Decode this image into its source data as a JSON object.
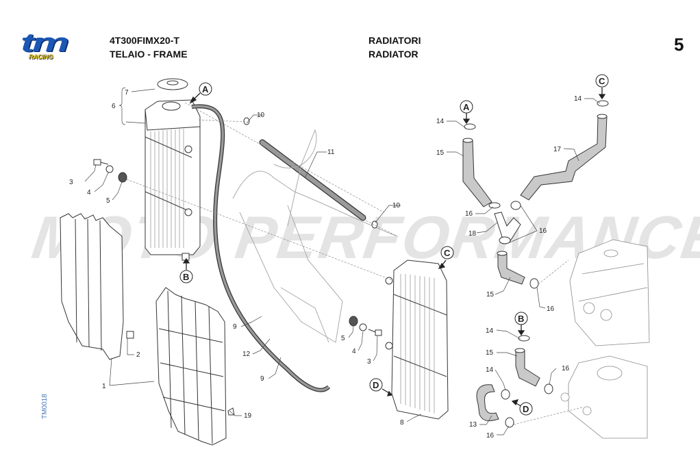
{
  "brand": {
    "logo_text": "tm",
    "logo_subtext": "RACING",
    "colors": {
      "logo_blue": "#1b57b5",
      "logo_yellow": "#f2d21b",
      "code_blue": "#4a78b8"
    }
  },
  "header": {
    "model_code": "4T300FIMX20-T",
    "group_it_en": "TELAIO - FRAME",
    "section_it": "RADIATORI",
    "section_en": "RADIATOR",
    "page_number": "5"
  },
  "watermark": "MOTO PERFORMANCE",
  "drawing_code": "TM0018",
  "callouts": {
    "part_numbers": [
      "1",
      "2",
      "3",
      "4",
      "5",
      "6",
      "7",
      "8",
      "9",
      "10",
      "11",
      "12",
      "13",
      "14",
      "15",
      "16",
      "17",
      "18",
      "19"
    ],
    "reference_letters": [
      "A",
      "B",
      "C",
      "D"
    ]
  },
  "labels": {
    "p1": "1",
    "p2": "2",
    "p3a": "3",
    "p3b": "3",
    "p4a": "4",
    "p4b": "4",
    "p5a": "5",
    "p5b": "5",
    "p6": "6",
    "p7": "7",
    "p8": "8",
    "p9a": "9",
    "p9b": "9",
    "p10a": "10",
    "p10b": "10",
    "p11": "11",
    "p12": "12",
    "p13": "13",
    "p14a": "14",
    "p14b": "14",
    "p14c": "14",
    "p14d": "14",
    "p15a": "15",
    "p15b": "15",
    "p15c": "15",
    "p16a": "16",
    "p16b": "16",
    "p16c": "16",
    "p16d": "16",
    "p16e": "16",
    "p17": "17",
    "p18": "18",
    "p19": "19",
    "refA1": "A",
    "refA2": "A",
    "refB1": "B",
    "refB2": "B",
    "refC1": "C",
    "refC2": "C",
    "refD1": "D",
    "refD2": "D"
  }
}
